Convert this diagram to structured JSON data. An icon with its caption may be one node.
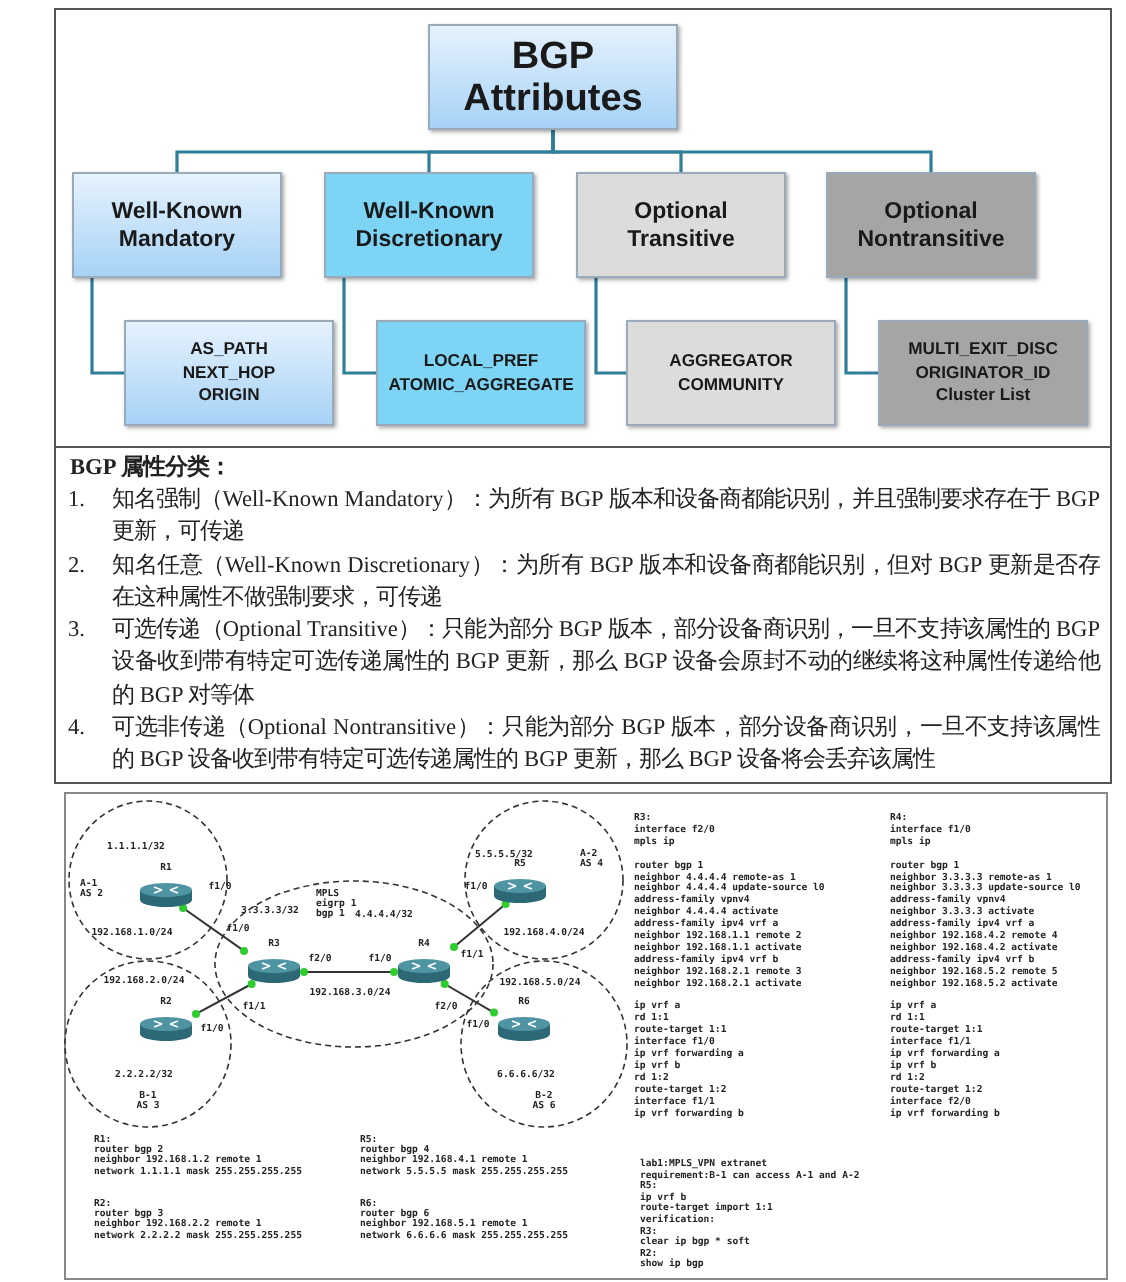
{
  "diagram": {
    "nodes": [
      {
        "text": [
          "BGP Attributes"
        ]
      },
      {
        "text": [
          "Well-Known Mandatory"
        ]
      },
      {
        "text": [
          "Well-Known Discretionary"
        ]
      },
      {
        "text": [
          "Optional Transitive"
        ]
      },
      {
        "text": [
          "Optional Nontransitive"
        ]
      },
      {
        "text": [
          "AS_PATH",
          "NEXT_HOP",
          "ORIGIN"
        ]
      },
      {
        "text": [
          "LOCAL_PREF",
          "ATOMIC_AGGREGATE"
        ]
      },
      {
        "text": [
          "AGGREGATOR",
          "COMMUNITY"
        ]
      },
      {
        "text": [
          "MULTI_EXIT_DISC",
          "ORIGINATOR_ID",
          "Cluster List"
        ]
      },
      {
        "text": [
          "1.1.1.1/32",
          "A-1 AS 2",
          "192.168.1.0/24"
        ]
      },
      {
        "text": [
          "R1"
        ],
        "in": 9,
        "beside": [
          "f1/0"
        ]
      },
      {
        "text": [
          "192.168.2.0/24",
          "2.2.2.2/32",
          "B-1 AS 3"
        ]
      },
      {
        "text": [
          "R2"
        ],
        "in": 11,
        "beside": [
          "f1/0"
        ]
      },
      {
        "text": [
          "MPLS eigrp 1 bgp 1",
          "3.3.3.3/32",
          "4.4.4.4/32",
          "192.168.3.0/24"
        ]
      },
      {
        "text": [
          "R3"
        ],
        "in": 13,
        "beside": [
          "f1/0",
          "f2/0",
          "f1/1"
        ]
      },
      {
        "text": [
          "R4"
        ],
        "in": 13,
        "beside": [
          "f1/0",
          "f1/1",
          "f2/0"
        ]
      },
      {
        "text": [
          "5.5.5.5/32",
          "A-2 AS 4",
          "192.168.4.0/24"
        ]
      },
      {
        "text": [
          "R5"
        ],
        "in": 16,
        "beside": [
          "f1/0"
        ]
      },
      {
        "text": [
          "192.168.5.0/24",
          "6.6.6.6/32",
          "B-2 AS 6"
        ]
      },
      {
        "text": [
          "R6"
        ],
        "in": 18,
        "beside": [
          "f1/0"
        ]
      }
    ],
    "edges": [
      {
        "from": 0,
        "to": 1,
        "arrow": "none"
      },
      {
        "from": 0,
        "to": 2,
        "arrow": "none"
      },
      {
        "from": 0,
        "to": 3,
        "arrow": "none"
      },
      {
        "from": 0,
        "to": 4,
        "arrow": "none"
      },
      {
        "from": 1,
        "to": 5,
        "arrow": "none"
      },
      {
        "from": 2,
        "to": 6,
        "arrow": "none"
      },
      {
        "from": 3,
        "to": 7,
        "arrow": "none"
      },
      {
        "from": 4,
        "to": 8,
        "arrow": "none"
      },
      {
        "from": 10,
        "to": 14,
        "arrow": "other",
        "color": "#333333"
      },
      {
        "from": 12,
        "to": 14,
        "arrow": "other",
        "color": "#333333"
      },
      {
        "from": 14,
        "to": 15,
        "arrow": "other",
        "color": "#333333"
      },
      {
        "from": 15,
        "to": 17,
        "arrow": "other",
        "color": "#333333"
      },
      {
        "from": 15,
        "to": 19,
        "arrow": "other",
        "color": "#333333"
      }
    ],
    "labels": [
      "BGP 属性分类：",
      "1.",
      "知名强制（Well-Known Mandatory）：为所有 BGP 版本和设备商都能识别，并且强制要求存在于 BGP 更新，可传递",
      "2.",
      "知名任意（Well-Known Discretionary）：为所有 BGP 版本和设备商都能识别，但对 BGP 更新是否存在这种属性不做强制要求，可传递",
      "3.",
      "可选传递（Optional Transitive）：只能为部分 BGP 版本，部分设备商识别，一旦不支持该属性的 BGP 设备收到带有特定可选传递属性的 BGP 更新，那么 BGP 设备会原封不动的继续将这种属性传递给他的 BGP 对等体",
      "4.",
      "可选非传递（Optional Nontransitive）：只能为部分 BGP 版本，部分设备商识别，一旦不支持该属性的 BGP 设备收到带有特定可选传递属性的 BGP 更新，那么 BGP 设备将会丢弃该属性",
      "R3:",
      "interface f2/0",
      "mpls ip",
      "router bgp 1",
      "neighbor 4.4.4.4 remote-as 1",
      "neighbor 4.4.4.4 update-source l0",
      "address-family vpnv4",
      "neighbor 4.4.4.4 activate",
      "address-family ipv4 vrf a",
      "neighbor 192.168.1.1 remote 2",
      "neighbor 192.168.1.1 activate",
      "address-family ipv4 vrf b",
      "neighbor 192.168.2.1 remote 3",
      "neighbor 192.168.2.1 activate",
      "ip vrf a",
      "rd 1:1",
      "route-target 1:1",
      "interface f1/0",
      "ip vrf forwarding a",
      "ip vrf b",
      "rd 1:2",
      "route-target 1:2",
      "interface f1/1",
      "ip vrf forwarding b",
      "R4:",
      "interface f1/0",
      "mpls ip",
      "router bgp 1",
      "neighbor 3.3.3.3 remote-as 1",
      "neighbor 3.3.3.3 update-source l0",
      "address-family vpnv4",
      "neighbor 3.3.3.3 activate",
      "address-family ipv4 vrf a",
      "neighbor 192.168.4.2 remote 4",
      "neighbor 192.168.4.2 activate",
      "address-family ipv4 vrf b",
      "neighbor 192.168.5.2 remote 5",
      "neighbor 192.168.5.2 activate",
      "ip vrf a",
      "rd 1:1",
      "route-target 1:1",
      "interface f1/1",
      "ip vrf forwarding a",
      "ip vrf b",
      "rd 1:2",
      "route-target 1:2",
      "interface f2/0",
      "ip vrf forwarding b",
      "lab1:MPLS_VPN extranet",
      "requirement:B-1 can access A-1 and A-2",
      "R5:",
      "ip vrf b",
      "route-target import 1:1",
      "verification:",
      "R3:",
      "clear ip bgp * soft",
      "R2:",
      "show ip bgp",
      "R1:",
      "router bgp 2",
      "neighbor 192.168.1.2 remote 1",
      "network 1.1.1.1 mask 255.255.255.255",
      "R5:",
      "router bgp 4",
      "neighbor 192.168.4.1 remote 1",
      "network 5.5.5.5 mask 255.255.255.255",
      "R2:",
      "router bgp 3",
      "neighbor 192.168.2.2 remote 1",
      "network 2.2.2.2 mask 255.255.255.255",
      "R6:",
      "router bgp 6",
      "neighbor 192.168.5.1 remote 1",
      "network 6.6.6.6 mask 255.255.255.255"
    ]
  }
}
